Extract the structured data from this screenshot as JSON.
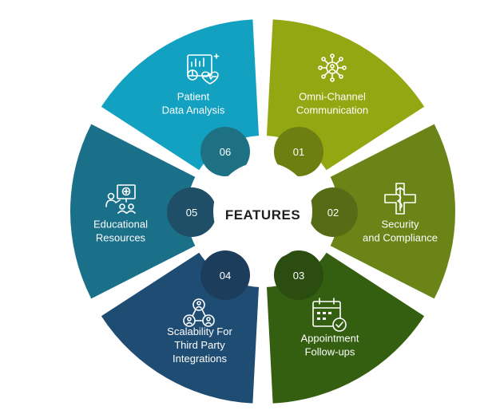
{
  "diagram": {
    "center_title": "FEATURES",
    "segments": [
      {
        "number": "01",
        "lines": [
          "Omni-Channel",
          "Communication"
        ],
        "color": "#93a712",
        "badge_color": "#6e7f12",
        "icon": "network-hub-icon"
      },
      {
        "number": "02",
        "lines": [
          "Security",
          "and Compliance"
        ],
        "color": "#6b8417",
        "badge_color": "#566b15",
        "icon": "medical-caduceus-icon"
      },
      {
        "number": "03",
        "lines": [
          "Appointment",
          "Follow-ups"
        ],
        "color": "#345f10",
        "badge_color": "#2b4d10",
        "icon": "calendar-check-icon"
      },
      {
        "number": "04",
        "lines": [
          "Scalability For",
          "Third Party",
          "Integrations"
        ],
        "color": "#1f4c73",
        "badge_color": "#1d3d5c",
        "icon": "team-network-icon"
      },
      {
        "number": "05",
        "lines": [
          "Educational",
          "Resources"
        ],
        "color": "#1a7089",
        "badge_color": "#1f4f66",
        "icon": "presentation-board-icon"
      },
      {
        "number": "06",
        "lines": [
          "Patient",
          "Data Analysis"
        ],
        "color": "#13a1c1",
        "badge_color": "#1e7183",
        "icon": "health-analytics-icon"
      }
    ]
  }
}
